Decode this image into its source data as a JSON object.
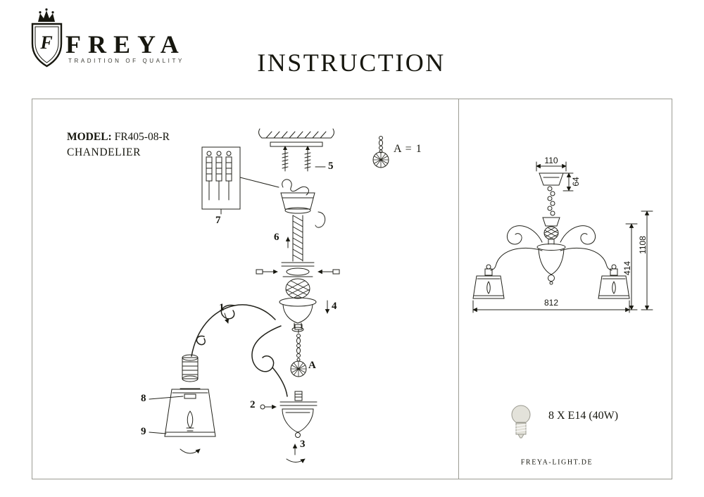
{
  "colors": {
    "ink": "#17170f",
    "line_art": "#23231c",
    "frame_border": "#9b9b93",
    "bulb_fill": "#e3e2da"
  },
  "logo": {
    "brand": "FREYA",
    "tagline": "TRADITION OF QUALITY",
    "monogram": "F"
  },
  "title": "INSTRUCTION",
  "left_panel": {
    "model_label": "MODEL:",
    "model_value": "FR405-08-R",
    "product_type": "CHANDELIER",
    "crystal_note": "A = 1",
    "callouts": {
      "part1": "1",
      "part2": "2",
      "part3": "3",
      "part4": "4",
      "part5": "5",
      "part6": "6",
      "part7": "7",
      "part8": "8",
      "part9": "9",
      "crystal": "A"
    }
  },
  "right_panel": {
    "dimensions": {
      "canopy_width": "110",
      "canopy_height": "64",
      "body_height": "414",
      "total_height": "1108",
      "total_width": "812"
    },
    "bulb_spec": "8 X E14 (40W)",
    "website": "FREYA-LIGHT.DE"
  }
}
